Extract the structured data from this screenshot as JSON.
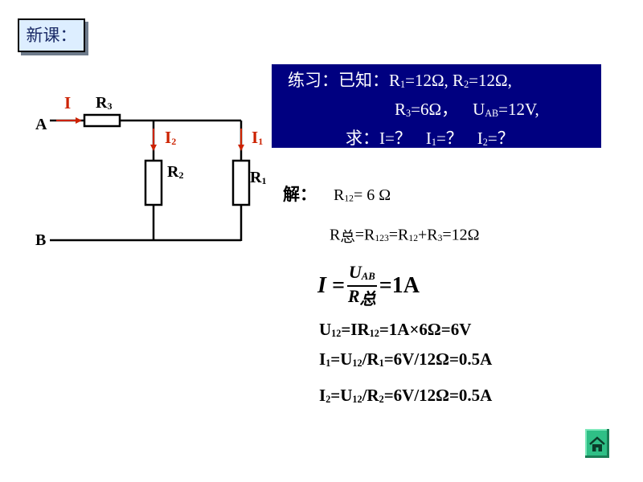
{
  "header": {
    "tag": "新课："
  },
  "problem": {
    "line1": {
      "lead": "练习：已知：R",
      "r1_sub": "1",
      "r1_val": "=12Ω, R",
      "r2_sub": "2",
      "r2_val": "=12Ω,"
    },
    "line2": {
      "lead": "R",
      "r3_sub": "3",
      "r3_val": "=6Ω，",
      "u": "U",
      "uab_sub": "AB",
      "uab_val": "=12V,"
    },
    "line3": {
      "lead": "求：I=？",
      "i1": "I",
      "i1_sub": "1",
      "i1_val": "=？",
      "i2": "I",
      "i2_sub": "2",
      "i2_val": "=？"
    }
  },
  "circuit": {
    "node_a": "A",
    "node_b": "B",
    "current_i": "I",
    "current_i2": "I",
    "current_i2_sub": "2",
    "current_i1": "I",
    "current_i1_sub": "1",
    "r3": "R",
    "r3_sub": "3",
    "r2": "R",
    "r2_sub": "2",
    "r1": "R",
    "r1_sub": "1"
  },
  "solution": {
    "label": "解：",
    "eq1": {
      "a": "R",
      "a_sub": "12",
      "b": "= 6 Ω"
    },
    "eq2": {
      "a": "R",
      "a_sub": "总",
      "b": "=R",
      "b_sub": "123",
      "c": "=R",
      "c_sub": "12",
      "d": "+R",
      "d_sub": "3",
      "e": "=12Ω"
    },
    "frac": {
      "lhs": "I =",
      "num": "U",
      "num_sub": "AB",
      "den": "R",
      "den_sub": "总",
      "rhs": "=1A"
    },
    "eq4": {
      "a": "U",
      "a_sub": "12",
      "b": "=IR",
      "b_sub": "12",
      "c": "=1A×6Ω=6V"
    },
    "eq5": {
      "a": "I",
      "a_sub": "1",
      "b": "=U",
      "b_sub": "12",
      "c": "/R",
      "c_sub": "1",
      "d": "=6V/12Ω=0.5A"
    },
    "eq6": {
      "a": "I",
      "a_sub": "2",
      "b": "=U",
      "b_sub": "12",
      "c": "/R",
      "c_sub": "2",
      "d": "=6V/12Ω=0.5A"
    }
  },
  "nav": {
    "home_icon": "home-icon"
  },
  "colors": {
    "current_red": "#cc2200",
    "problem_bg": "#000080",
    "home_green": "#2fbf86"
  }
}
